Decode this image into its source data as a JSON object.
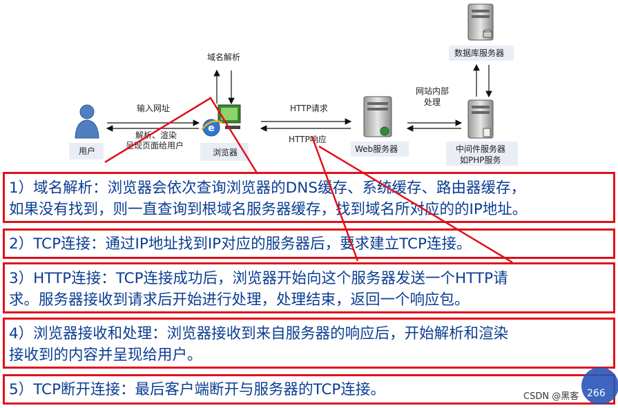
{
  "nodes": {
    "user": "用户",
    "browser": "浏览器",
    "web_server": "Web服务器",
    "database": "数据库服务器",
    "middleware_line1": "中间件服务器",
    "middleware_line2": "如PHP服务"
  },
  "edges": {
    "dns": "域名解析",
    "input_url": "输入网址",
    "render_line1": "解析、渲染",
    "render_line2": "呈现页面给用户",
    "http_request": "HTTP请求",
    "http_response": "HTTP响应",
    "internal_line1": "网站内部",
    "internal_line2": "处理"
  },
  "steps": [
    {
      "lines": [
        "1）域名解析：浏览器会依次查询浏览器的DNS缓存、系统缓存、路由器缓存，",
        "如果没有找到，则一直查询到根域名服务器缓存，找到域名所对应的的IP地址。"
      ]
    },
    {
      "lines": [
        "2）TCP连接：通过IP地址找到IP对应的服务器后，要求建立TCP连接。"
      ]
    },
    {
      "lines": [
        "3）HTTP连接：TCP连接成功后，浏览器开始向这个服务器发送一个HTTP请",
        "求。服务器接收到请求后开始进行处理，处理结束，返回一个响应包。"
      ]
    },
    {
      "lines": [
        "4）浏览器接收和处理：浏览器接收到来自服务器的响应后，开始解析和渲染",
        "接收到的内容并呈现给用户。"
      ]
    },
    {
      "lines": [
        "5）TCP断开连接：最后客户端断开与服务器的TCP连接。"
      ]
    }
  ],
  "watermark": "CSDN @黑客",
  "badge": "266",
  "colors": {
    "box_border": "#e0101a",
    "step_text": "#0b3d91",
    "badge": "#2a56b8"
  }
}
